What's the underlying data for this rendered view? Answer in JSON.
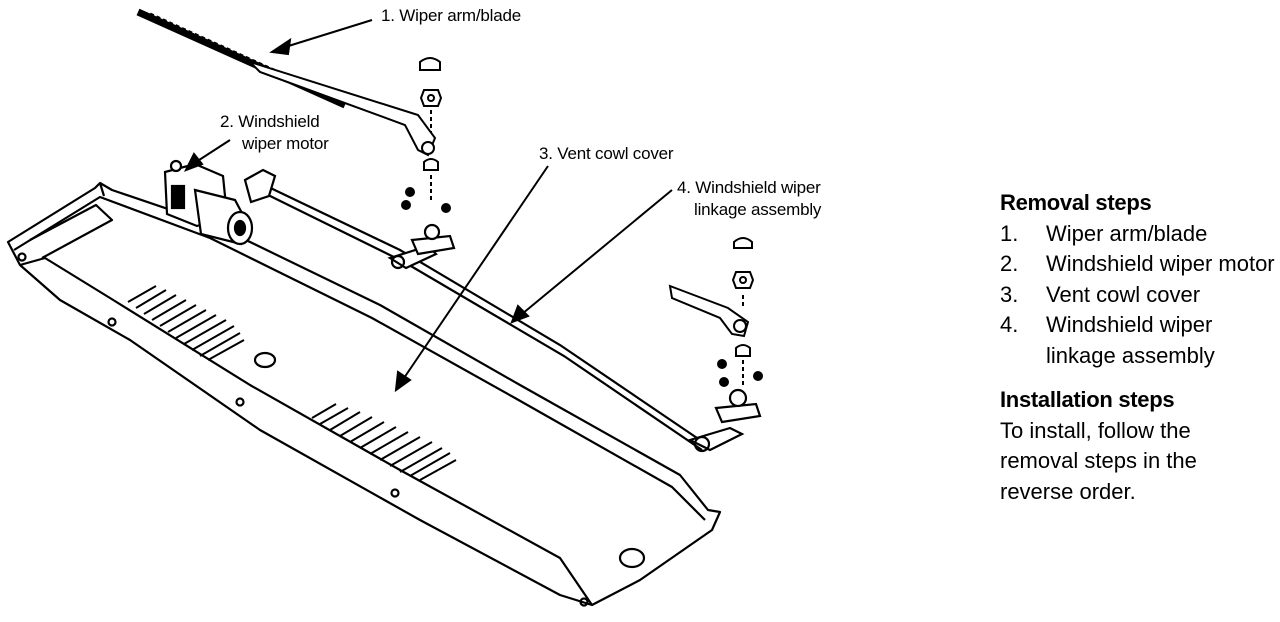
{
  "callouts": {
    "wiper_arm_blade": "1. Wiper arm/blade",
    "wiper_motor_line1": "2. Windshield",
    "wiper_motor_line2": "wiper motor",
    "vent_cowl_cover": "3. Vent cowl cover",
    "linkage_line1": "4. Windshield wiper",
    "linkage_line2": "linkage assembly"
  },
  "removal": {
    "heading": "Removal steps",
    "steps": [
      {
        "num": "1.",
        "text": "Wiper arm/blade"
      },
      {
        "num": "2.",
        "text": "Windshield wiper motor"
      },
      {
        "num": "3.",
        "text": "Vent cowl cover"
      },
      {
        "num": "4.",
        "text": "Windshield wiper linkage assembly"
      }
    ]
  },
  "installation": {
    "heading": "Installation steps",
    "text": "To install, follow the removal steps in the reverse order."
  }
}
